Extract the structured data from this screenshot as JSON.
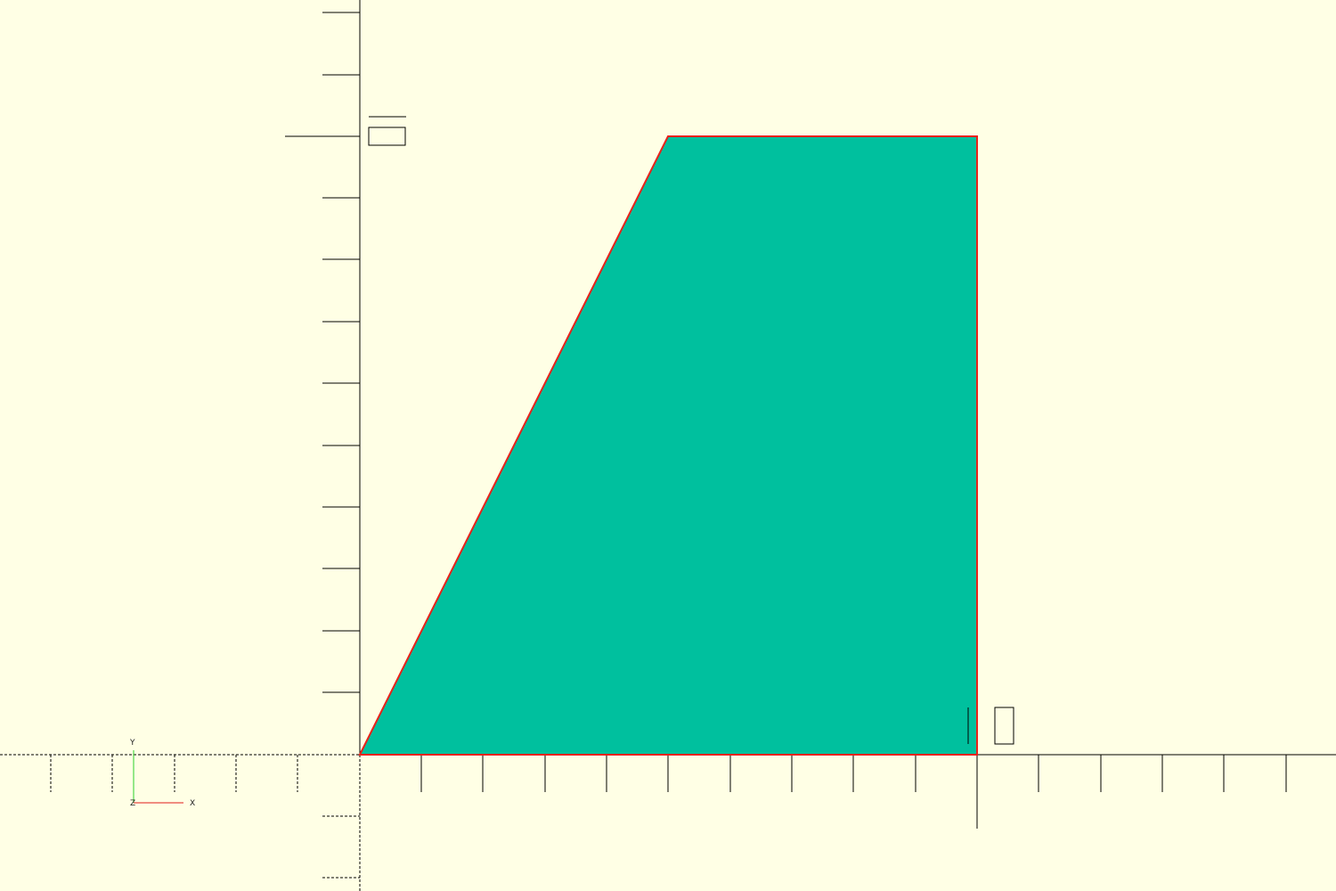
{
  "view": {
    "background_color": "#ffffe5",
    "axis_color": "#000000"
  },
  "shape": {
    "name": "trapezoid-polygon",
    "fill_color": "#00c09e",
    "edge_color": "#e8221a"
  },
  "gizmo": {
    "x_label": "X",
    "y_label": "Y",
    "z_label": "Z",
    "x_color": "#e01b1b",
    "y_color": "#2bd12b"
  }
}
